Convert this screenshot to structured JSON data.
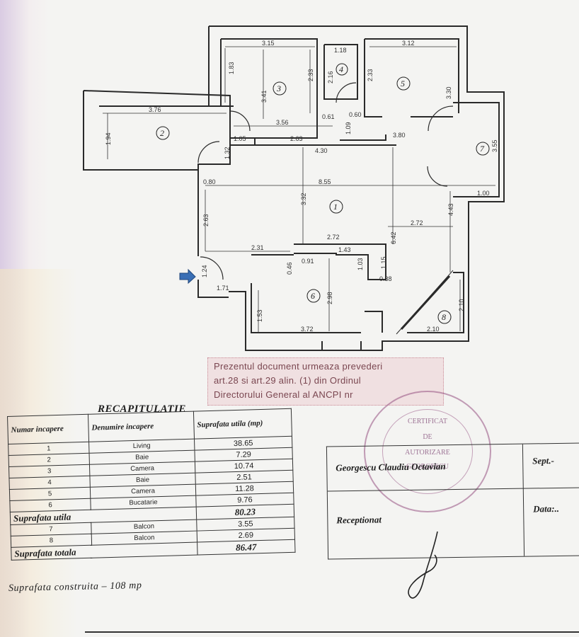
{
  "plan": {
    "rooms": [
      "1",
      "2",
      "3",
      "4",
      "5",
      "6",
      "7",
      "8"
    ],
    "dimensions": {
      "d_376": "3.76",
      "d_194": "1.94",
      "d_315": "3.15",
      "d_183": "1.83",
      "d_341": "3.41",
      "d_233a": "2.33",
      "d_118": "1.18",
      "d_216": "2.16",
      "d_312": "3.12",
      "d_233b": "2.33",
      "d_330": "3.30",
      "d_356": "3.56",
      "d_061": "0.61",
      "d_060": "0.60",
      "d_109": "1.09",
      "d_105": "1.05",
      "d_263a": "2.63",
      "d_430": "4.30",
      "d_380": "3.80",
      "d_132": "1.32",
      "d_355": "3.55",
      "d_080": "0.80",
      "d_855": "8.55",
      "d_100": "1.00",
      "d_332": "3.32",
      "d_263b": "2.63",
      "d_443": "4.43",
      "d_642": "6.42",
      "d_272a": "2.72",
      "d_272b": "2.72",
      "d_231": "2.31",
      "d_143": "1.43",
      "d_046": "0.46",
      "d_091": "0.91",
      "d_103": "1.03",
      "d_115": "1.15",
      "d_038": "0.38",
      "d_124": "1.24",
      "d_171": "1.71",
      "d_298": "2.98",
      "d_153": "1.53",
      "d_372": "3.72",
      "d_210a": "2.10",
      "d_210b": "2.10"
    }
  },
  "notice": {
    "line1": "Prezentul document urmeaza prevederi",
    "line2": "art.28 si art.29 alin. (1) din Ordinul",
    "line3": "Directorului General al ANCPI nr"
  },
  "seal": {
    "l1": "CERTIFICAT",
    "l2": "DE",
    "l3": "AUTORIZARE",
    "l4": "GEORGESCU"
  },
  "recap": {
    "title": "RECAPITULATIE",
    "headers": {
      "col1": "Numar incapere",
      "col2": "Denumire incapere",
      "col3": "Suprafata utila (mp)"
    },
    "rows": [
      {
        "num": "1",
        "name": "Living",
        "area": "38.65"
      },
      {
        "num": "2",
        "name": "Baie",
        "area": "7.29"
      },
      {
        "num": "3",
        "name": "Camera",
        "area": "10.74"
      },
      {
        "num": "4",
        "name": "Baie",
        "area": "2.51"
      },
      {
        "num": "5",
        "name": "Camera",
        "area": "11.28"
      },
      {
        "num": "6",
        "name": "Bucatarie",
        "area": "9.76"
      }
    ],
    "utila_label": "Suprafata utila",
    "utila_value": "80.23",
    "balcony_rows": [
      {
        "num": "7",
        "name": "Balcon",
        "area": "3.55"
      },
      {
        "num": "8",
        "name": "Balcon",
        "area": "2.69"
      }
    ],
    "totala_label": "Suprafata totala",
    "totala_value": "86.47",
    "constructed": "Suprafata construita  –  108 mp"
  },
  "signature": {
    "name": "Georgescu Claudiu Octavian",
    "sept": "Sept.-",
    "receptionat": "Receptionat",
    "data": "Data:.."
  }
}
